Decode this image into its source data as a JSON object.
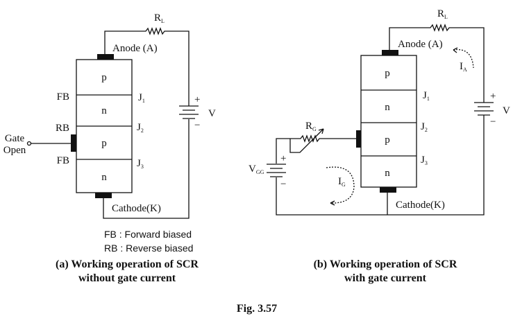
{
  "fig_a": {
    "resistor": "R",
    "resistor_sub": "L",
    "anode": "Anode (A)",
    "cathode": "Cathode(K)",
    "layers": [
      "p",
      "n",
      "p",
      "n"
    ],
    "junctions": [
      {
        "label": "J",
        "sub": "1",
        "bias": "FB"
      },
      {
        "label": "J",
        "sub": "2",
        "bias": "RB"
      },
      {
        "label": "J",
        "sub": "3",
        "bias": "FB"
      }
    ],
    "gate_line1": "Gate",
    "gate_line2": "Open",
    "battery": "V",
    "plus": "+",
    "minus": "−",
    "legend_fb": "FB : Forward biased",
    "legend_rb": "RB : Reverse biased",
    "caption_line1": "(a) Working operation of SCR",
    "caption_line2": "without gate current"
  },
  "fig_b": {
    "resistor": "R",
    "resistor_sub": "L",
    "gate_resistor": "R",
    "gate_resistor_sub": "G",
    "anode": "Anode (A)",
    "cathode": "Cathode(K)",
    "layers": [
      "p",
      "n",
      "p",
      "n"
    ],
    "junctions": [
      {
        "label": "J",
        "sub": "1"
      },
      {
        "label": "J",
        "sub": "2"
      },
      {
        "label": "J",
        "sub": "3"
      }
    ],
    "battery": "V",
    "gate_battery": "V",
    "gate_battery_sub": "GG",
    "plus": "+",
    "minus": "−",
    "anode_current": "I",
    "anode_current_sub": "A",
    "gate_current": "I",
    "gate_current_sub": "G",
    "caption_line1": "(b) Working operation of SCR",
    "caption_line2": "with gate current"
  },
  "figure_label": "Fig. 3.57"
}
